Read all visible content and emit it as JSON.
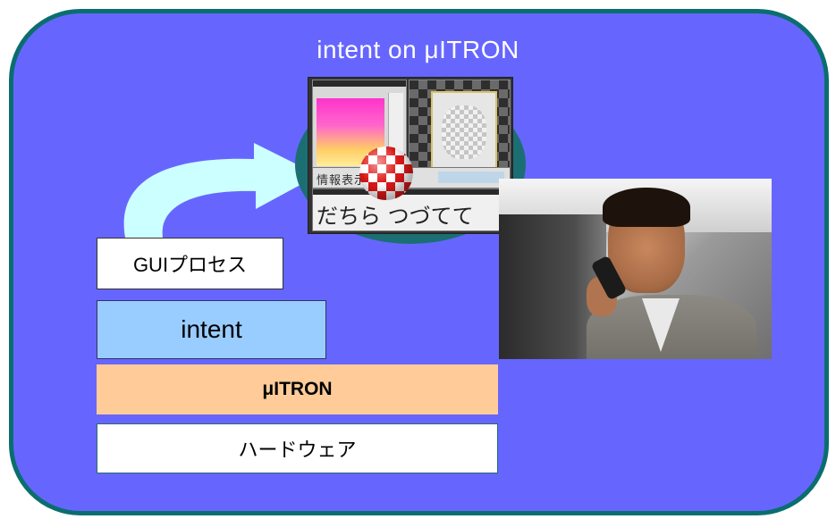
{
  "title": "intent on μITRON",
  "stack": {
    "gui_process": "GUIプロセス",
    "intent": "intent",
    "itron": "μITRON",
    "hardware": "ハードウェア"
  },
  "screenshot": {
    "strip_text": "情報表示",
    "bottom_text": "だちら つづてて"
  },
  "colors": {
    "panel_bg": "#6666ff",
    "panel_border": "#0a6e6e",
    "intent_box": "#99ccff",
    "itron_box": "#ffcc99",
    "arc": "#ccffff",
    "ellipse": "#1b6f73"
  },
  "icons": {
    "arc": "circular-arrow-icon",
    "ball": "checkered-ball-icon"
  }
}
